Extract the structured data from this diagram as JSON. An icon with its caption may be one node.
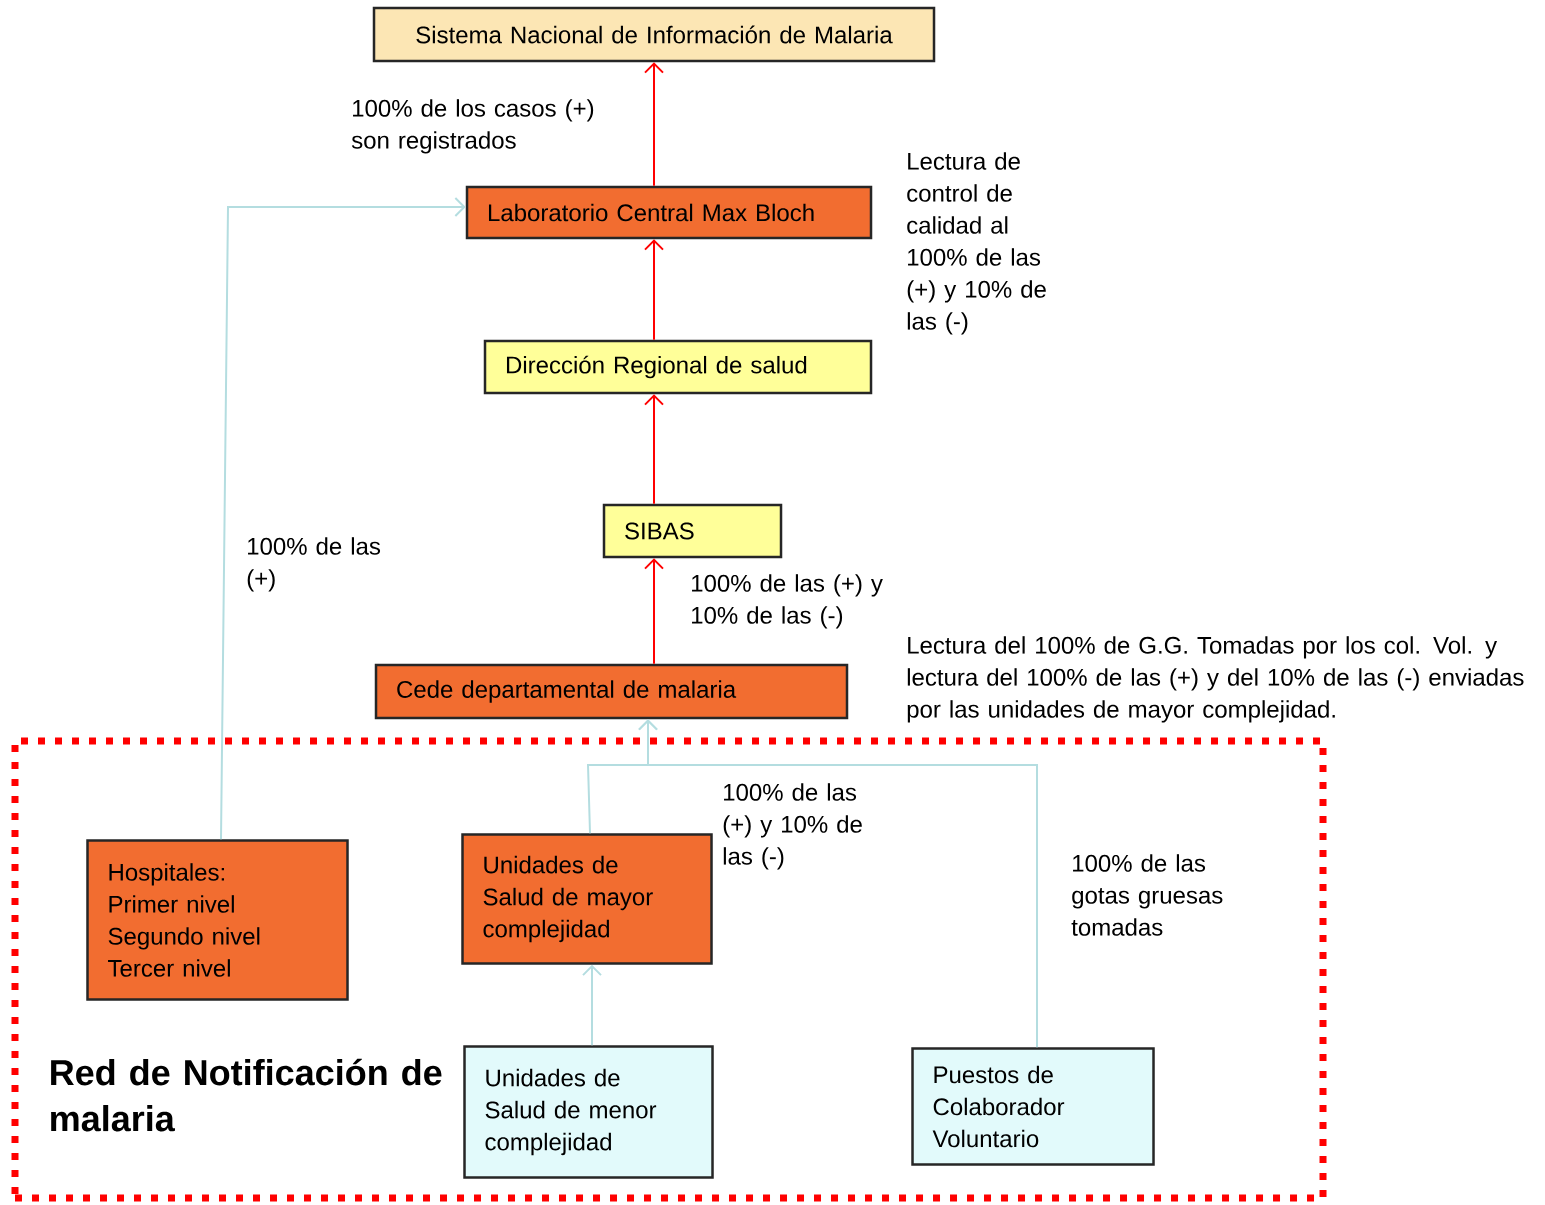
{
  "diagram": {
    "nodes": [
      {
        "text": [
          "Sistema Nacional de Información de Malaria"
        ]
      },
      {
        "text": [
          "Laboratorio Central Max Bloch"
        ],
        "beside": [
          "Lectura de control de calidad al 100% de las (+) y 10% de las (-)"
        ]
      },
      {
        "text": [
          "Dirección Regional de salud"
        ]
      },
      {
        "text": [
          "SIBAS"
        ]
      },
      {
        "text": [
          "Cede departamental de malaria"
        ],
        "beside": [
          "Lectura del 100% de G.G.  Tomadas por los col. Vol. y lectura del 100% de las (+) y del 10% de las (-) enviadas por las unidades de mayor complejidad."
        ]
      },
      {
        "text": [
          "Red de Notificación de malaria"
        ]
      },
      {
        "text": [
          "Hospitales: Primer nivel Segundo nivel Tercer nivel"
        ],
        "in": 5
      },
      {
        "text": [
          "Unidades de Salud de mayor complejidad"
        ],
        "in": 5,
        "beside": [
          "100% de las (+) y 10% de las (-)"
        ]
      },
      {
        "text": [
          "Unidades de Salud de menor complejidad"
        ],
        "in": 5
      },
      {
        "text": [
          "Puestos de Colaborador Voluntario"
        ],
        "in": 5
      }
    ],
    "edges": [
      {
        "from": 1,
        "to": 0,
        "arrow": "to",
        "color": "#ff0000",
        "label": "100% de los casos (+) son registrados"
      },
      {
        "from": 2,
        "to": 1,
        "arrow": "to",
        "color": "#ff0000"
      },
      {
        "from": 3,
        "to": 2,
        "arrow": "to",
        "color": "#ff0000"
      },
      {
        "from": 4,
        "to": 3,
        "arrow": "to",
        "color": "#ff0000",
        "label": "100% de las (+) y 10% de las (-)"
      },
      {
        "from": 6,
        "to": 1,
        "arrow": "to",
        "color": "#b4dde0",
        "label": "100% de las (+)"
      },
      {
        "from": 7,
        "to": 4,
        "arrow": "to",
        "color": "#b4dde0"
      },
      {
        "from": 9,
        "to": 4,
        "arrow": "to",
        "color": "#b4dde0",
        "label": "100% de las gotas gruesas tomadas"
      },
      {
        "from": 8,
        "to": 7,
        "arrow": "to",
        "color": "#b4dde0"
      }
    ]
  }
}
